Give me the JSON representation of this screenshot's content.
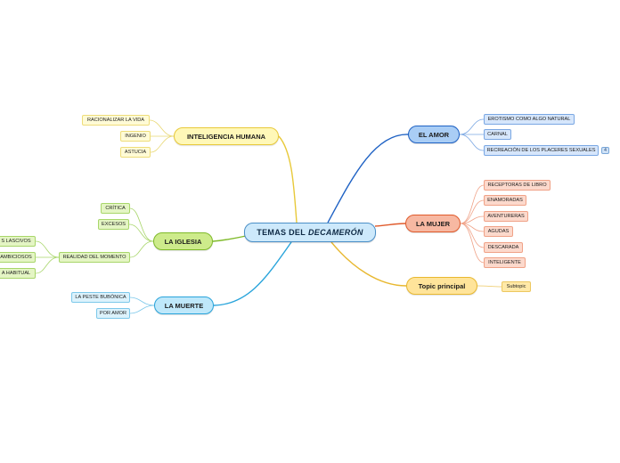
{
  "central": {
    "title_main": "TEMAS DEL",
    "title_italic": "DECAMERÓN"
  },
  "colors": {
    "central_border": "#4a8fc7",
    "yellow": "#e8c93a",
    "green": "#7fba2a",
    "blue_light": "#29a4db",
    "blue_dark": "#1f62c4",
    "orange": "#e05a2b",
    "gold": "#e8b830"
  },
  "topics": [
    {
      "id": "inteligencia",
      "label": "INTELIGENCIA HUMANA",
      "subtopics": [
        "RACIONALIZAR LA VIDA",
        "INGENIO",
        "ASTUCIA"
      ]
    },
    {
      "id": "iglesia",
      "label": "LA IGLESIA",
      "subtopics": [
        "CRÍTICA",
        "EXCESOS",
        "REALIDAD DEL MOMENTO"
      ],
      "subsubtopics": [
        "S LASCIVOS",
        "AMBICIOSOS",
        "A HABITUAL"
      ]
    },
    {
      "id": "muerte",
      "label": "LA MUERTE",
      "subtopics": [
        "LA PESTE BUBÓNICA",
        "POR AMOR"
      ]
    },
    {
      "id": "amor",
      "label": "EL AMOR",
      "subtopics": [
        "EROTISMO COMO ALGO NATURAL",
        "CARNAL",
        "RECREACIÓN DE LOS PLACERES SEXUALES"
      ],
      "badge": "4"
    },
    {
      "id": "mujer",
      "label": "LA MUJER",
      "subtopics": [
        "RECEPTORAS DE LIBRO",
        "ENAMORADAS",
        "AVENTURERAS",
        "AGUDAS",
        "DESCARADA",
        "INTELIGENTE"
      ]
    },
    {
      "id": "principal",
      "label": "Topic principal",
      "subtopics": [
        "Subtopic"
      ]
    }
  ]
}
